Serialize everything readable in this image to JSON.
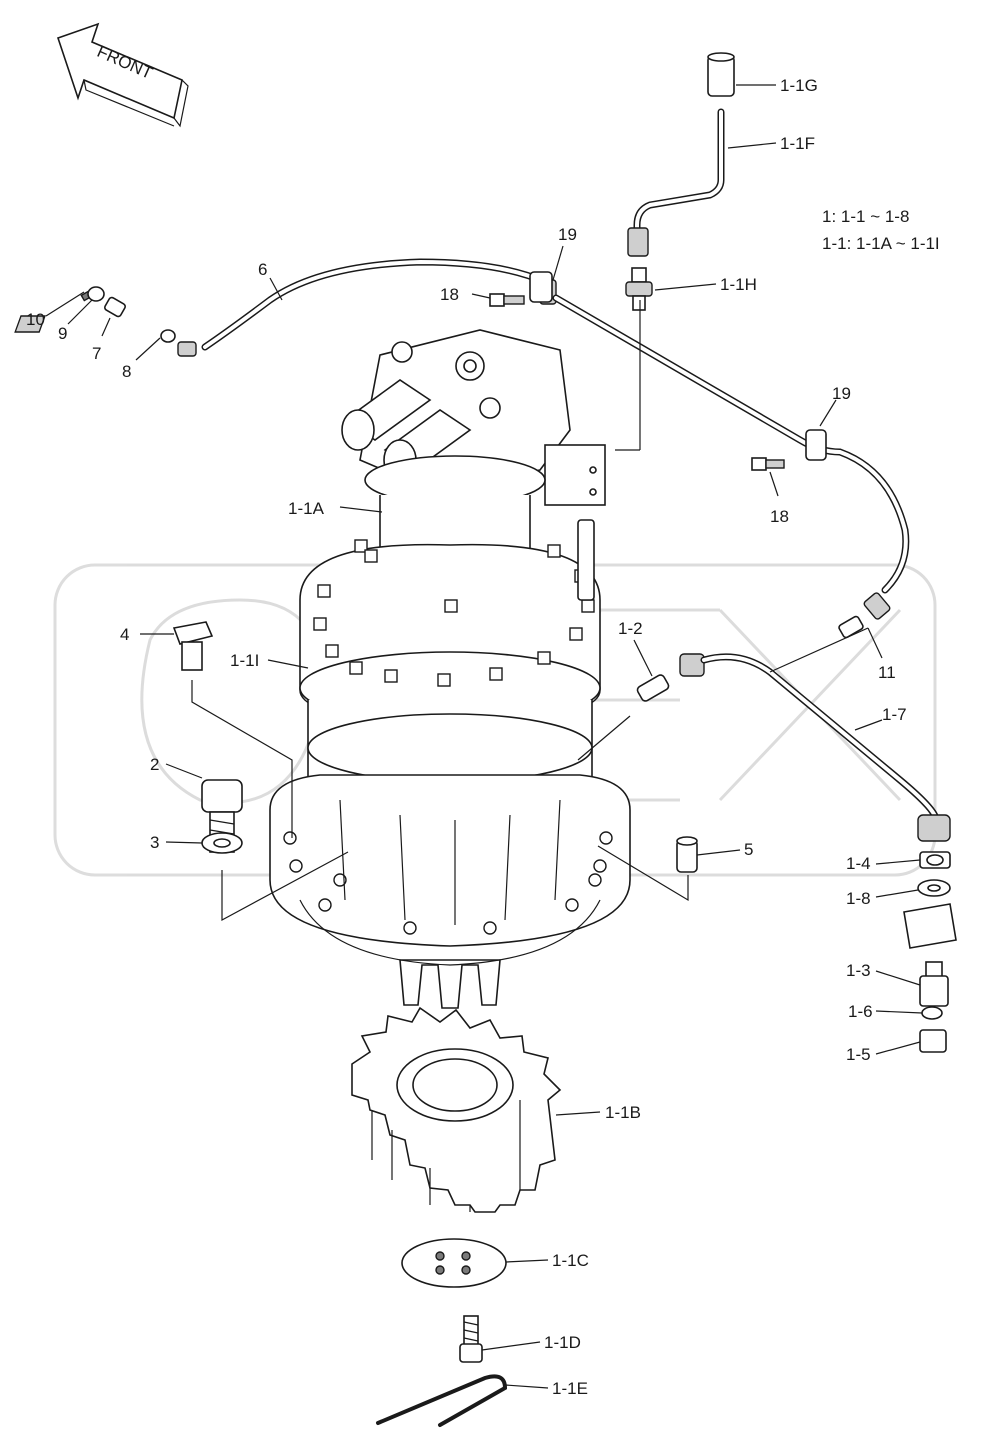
{
  "front_arrow": {
    "label": "FRONT"
  },
  "legend": {
    "line1": "1: 1-1 ~ 1-8",
    "line2": "1-1: 1-1A ~ 1-1I"
  },
  "watermark": "OPEX",
  "labels": {
    "l_1_1G": "1-1G",
    "l_1_1F": "1-1F",
    "l_1_1H": "1-1H",
    "l_19a": "19",
    "l_18a": "18",
    "l_6": "6",
    "l_10": "10",
    "l_9": "9",
    "l_7": "7",
    "l_8": "8",
    "l_19b": "19",
    "l_18b": "18",
    "l_1_1A": "1-1A",
    "l_4": "4",
    "l_1_1I": "1-1I",
    "l_1_2": "1-2",
    "l_11": "11",
    "l_1_7": "1-7",
    "l_2": "2",
    "l_3": "3",
    "l_5": "5",
    "l_1_4": "1-4",
    "l_1_8": "1-8",
    "l_1_3": "1-3",
    "l_1_6": "1-6",
    "l_1_5": "1-5",
    "l_1_1B": "1-1B",
    "l_1_1C": "1-1C",
    "l_1_1D": "1-1D",
    "l_1_1E": "1-1E"
  }
}
